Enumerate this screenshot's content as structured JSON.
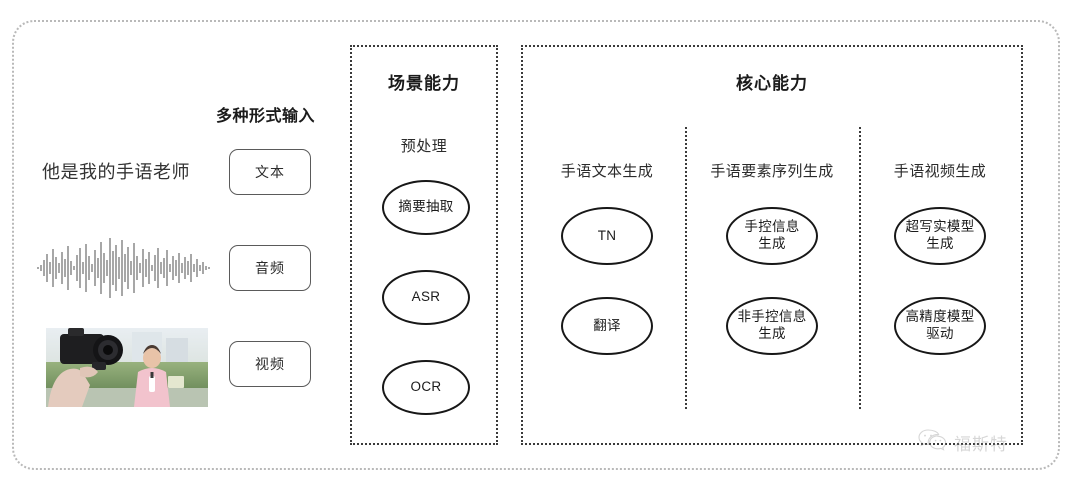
{
  "diagram": {
    "title_hidden": "",
    "input_section": {
      "heading": "多种形式输入",
      "sample_text": "他是我的手语老师",
      "chips": [
        {
          "label": "文本",
          "icon": "text-sample"
        },
        {
          "label": "音频",
          "icon": "audio-waveform"
        },
        {
          "label": "视频",
          "icon": "video-thumbnail"
        }
      ]
    },
    "scene_panel": {
      "title": "场景能力",
      "sub_label": "预处理",
      "nodes": [
        {
          "label": "摘要抽取"
        },
        {
          "label": "ASR"
        },
        {
          "label": "OCR"
        }
      ]
    },
    "core_panel": {
      "title": "核心能力",
      "columns": [
        {
          "label": "手语文本生成",
          "nodes": [
            {
              "line1": "TN",
              "line2": ""
            },
            {
              "line1": "翻译",
              "line2": ""
            }
          ]
        },
        {
          "label": "手语要素序列生成",
          "nodes": [
            {
              "line1": "手控信息",
              "line2": "生成"
            },
            {
              "line1": "非手控信息",
              "line2": "生成"
            }
          ]
        },
        {
          "label": "手语视频生成",
          "nodes": [
            {
              "line1": "超写实模型",
              "line2": "生成"
            },
            {
              "line1": "高精度模型",
              "line2": "驱动"
            }
          ]
        }
      ]
    },
    "watermark": {
      "text": "福斯特",
      "icon": "wechat-icon"
    },
    "colors": {
      "outer_border": "#b9b9b9",
      "panel_border": "#3a3a3a",
      "node_border": "#171717",
      "chip_border": "#5a5a5a",
      "text": "#222222",
      "background": "#ffffff",
      "watermark": "#8a8a8a"
    }
  }
}
